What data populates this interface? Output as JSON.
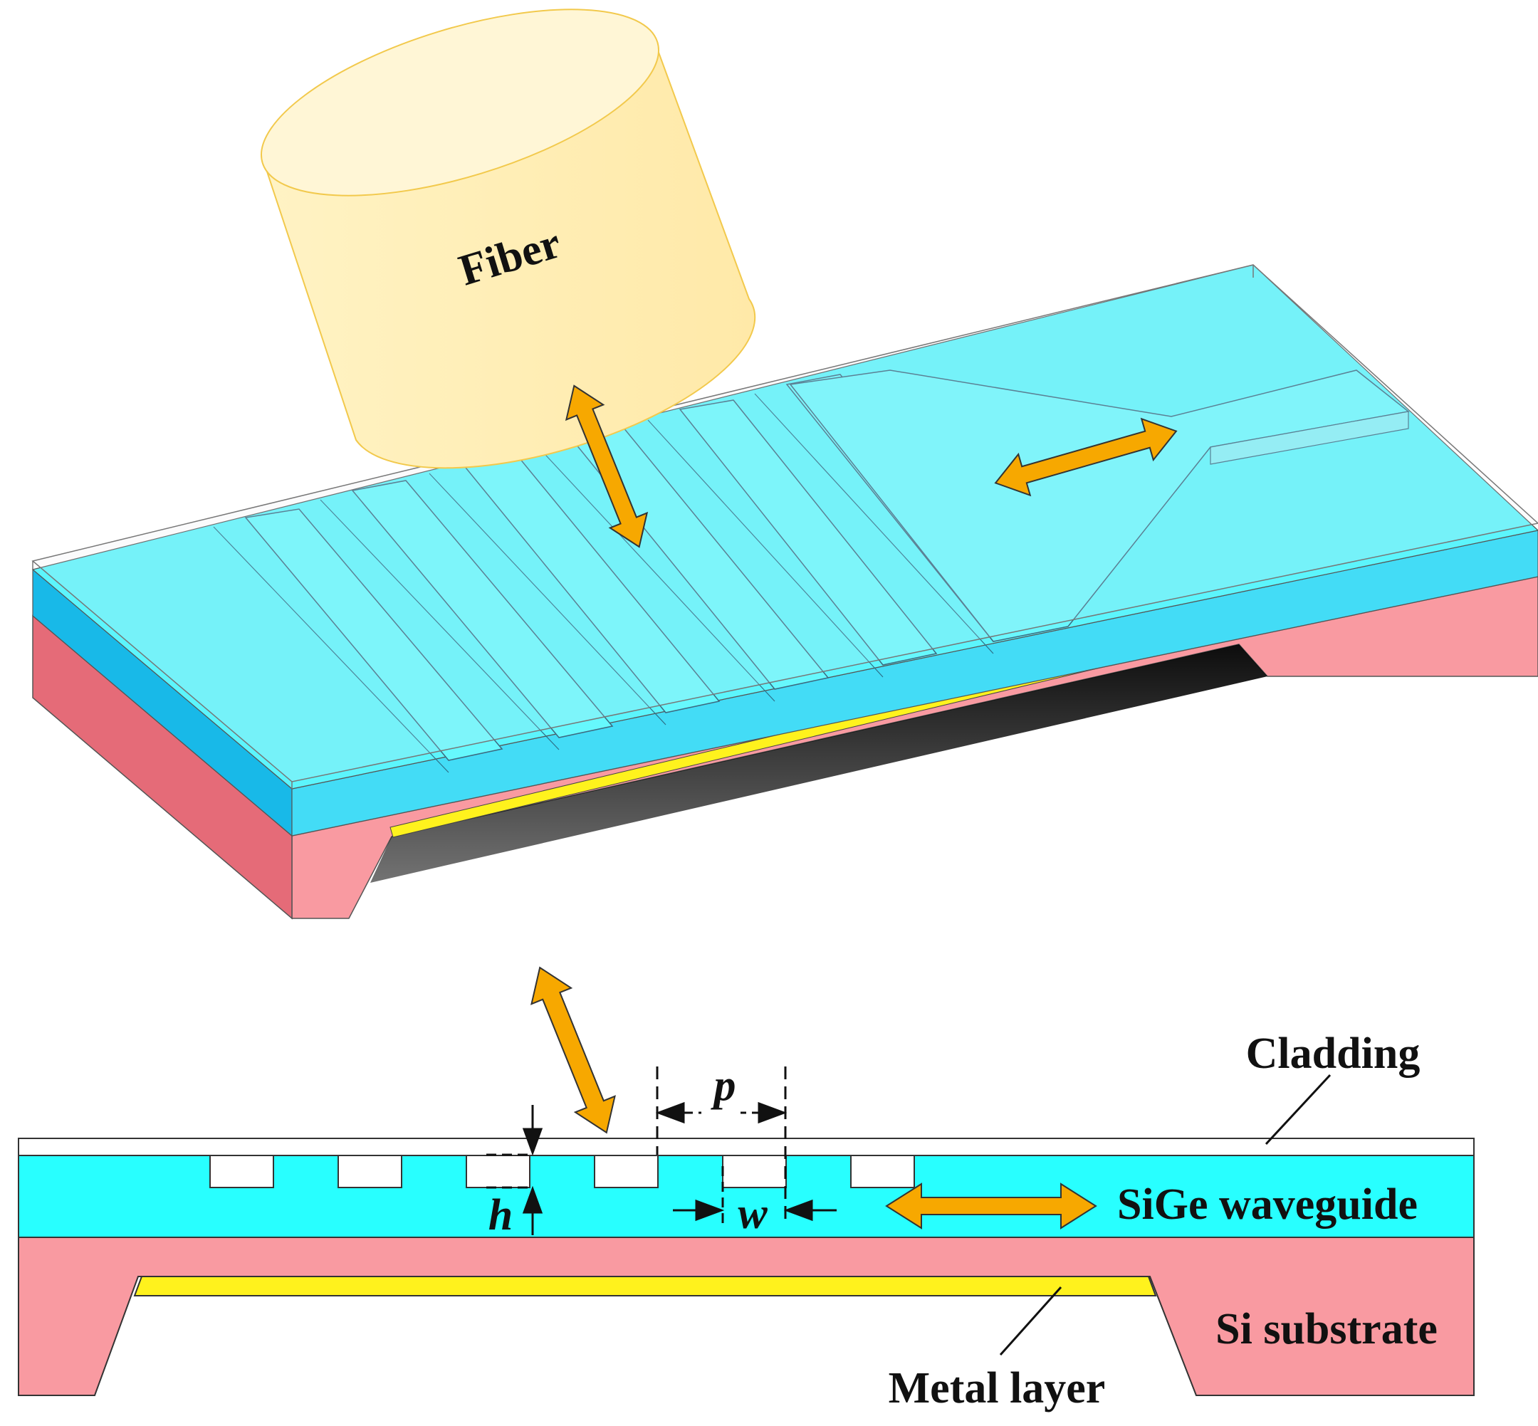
{
  "top_view": {
    "fiber_label": "Fiber"
  },
  "cross_section": {
    "cladding_label": "Cladding",
    "waveguide_label": "SiGe waveguide",
    "substrate_label": "Si substrate",
    "metal_label": "Metal layer",
    "period_label": "p",
    "width_label": "w",
    "height_label": "h"
  },
  "colors": {
    "cladding": "#ffffff",
    "waveguide": "#28ffff",
    "waveguide_3d": "#5cf5fc",
    "substrate": "#f99aa1",
    "substrate_dark": "#e56b78",
    "metal": "#fff21d",
    "fiber": "#fff0b3",
    "fiber_edge": "#f2c94c",
    "arrow": "#f7a800"
  }
}
